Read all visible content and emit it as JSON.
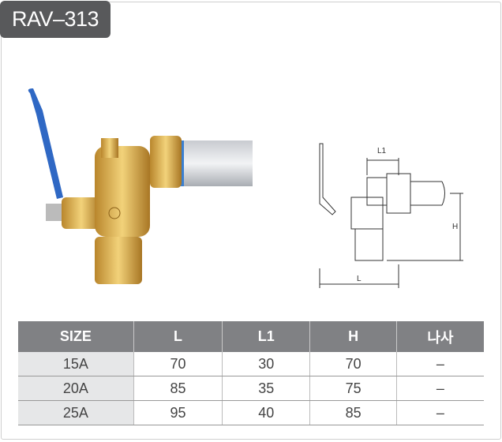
{
  "title": "RAV–313",
  "drawing_labels": {
    "l1": "L1",
    "h": "H",
    "l": "L"
  },
  "table": {
    "headers": [
      "SIZE",
      "L",
      "L1",
      "H",
      "나사"
    ],
    "rows": [
      [
        "15A",
        "70",
        "30",
        "70",
        "–"
      ],
      [
        "20A",
        "85",
        "35",
        "75",
        "–"
      ],
      [
        "25A",
        "95",
        "40",
        "85",
        "–"
      ]
    ]
  }
}
